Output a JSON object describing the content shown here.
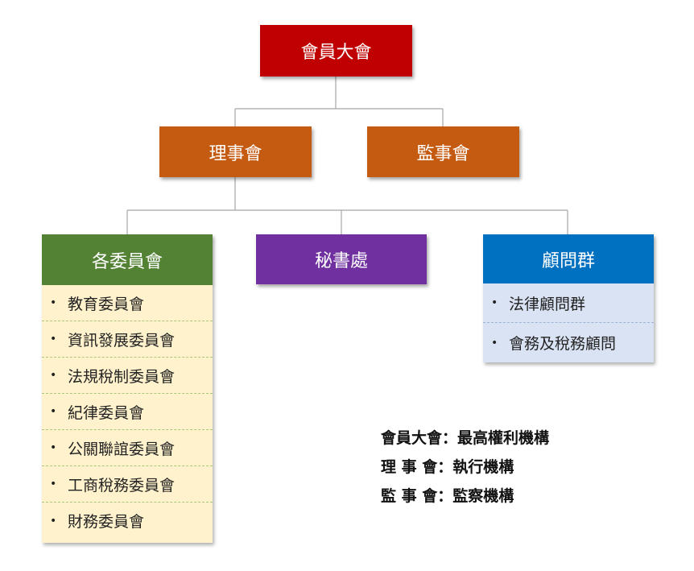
{
  "nodes": {
    "general_assembly": {
      "label": "會員大會",
      "color": "#c00000"
    },
    "board_directors": {
      "label": "理事會",
      "color": "#c55a11"
    },
    "board_supervisors": {
      "label": "監事會",
      "color": "#c55a11"
    },
    "committees": {
      "label": "各委員會",
      "color": "#548235"
    },
    "secretariat": {
      "label": "秘書處",
      "color": "#7030a0"
    },
    "advisors": {
      "label": "顧問群",
      "color": "#0070c0"
    }
  },
  "committee_items": [
    "教育委員會",
    "資訊發展委員會",
    "法規稅制委員會",
    "紀律委員會",
    "公關聯誼委員會",
    "工商稅務委員會",
    "財務委員會"
  ],
  "advisor_items": [
    "法律顧問群",
    "會務及稅務顧問"
  ],
  "legend": [
    {
      "term": "會員大會：",
      "desc": "最高權利機構"
    },
    {
      "term": "理 事 會：",
      "desc": "執行機構"
    },
    {
      "term": "監 事 會：",
      "desc": "監察機構"
    }
  ],
  "bullet_char": "•",
  "colors": {
    "connector": "#a6a6a6",
    "committee_bg": "#fff2cc",
    "advisor_bg": "#dae3f3"
  }
}
